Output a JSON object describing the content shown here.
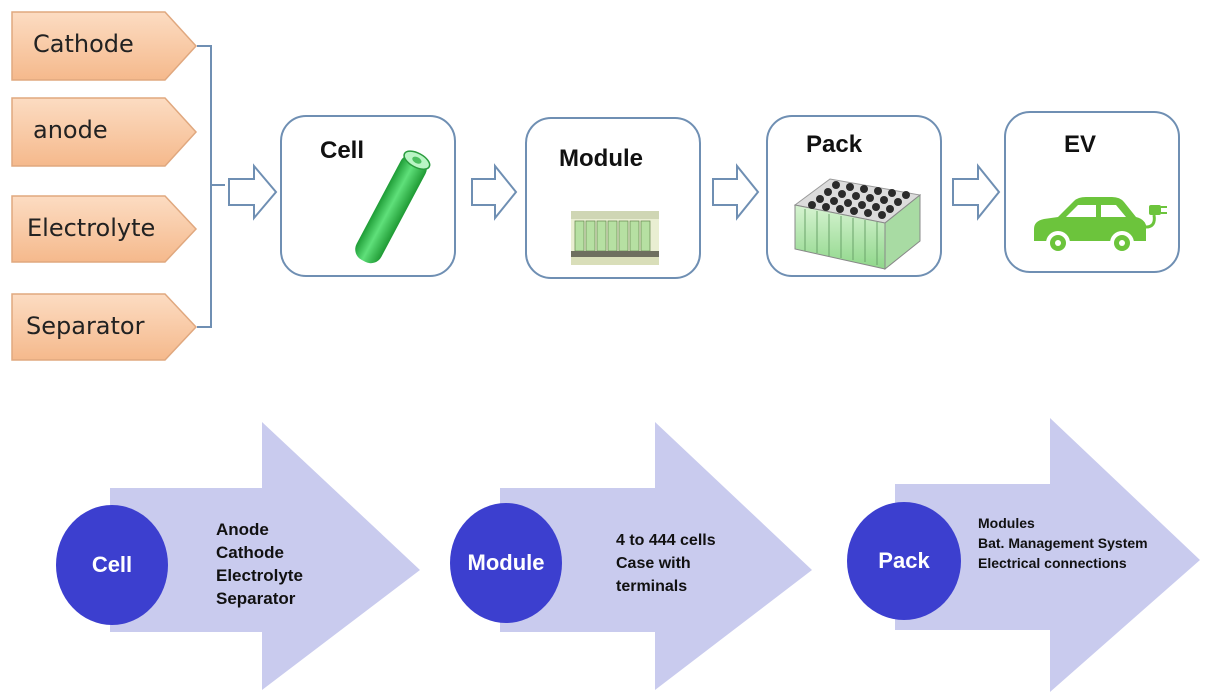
{
  "inputs": [
    "Cathode",
    "anode",
    "Electrolyte",
    "Separator"
  ],
  "stages": [
    {
      "title": "Cell",
      "image": "battery-cell-icon"
    },
    {
      "title": "Module",
      "image": "battery-module-icon"
    },
    {
      "title": "Pack",
      "image": "battery-pack-icon"
    },
    {
      "title": "EV",
      "image": "electric-car-icon"
    }
  ],
  "bottom_steps": [
    {
      "label": "Cell",
      "lines": [
        "Anode",
        "Cathode",
        "Electrolyte",
        "Separator"
      ]
    },
    {
      "label": "Module",
      "lines": [
        "4 to 444 cells",
        "Case with",
        "terminals"
      ]
    },
    {
      "label": "Pack",
      "lines": [
        "Modules",
        "Bat. Management System",
        "Electrical connections"
      ]
    }
  ],
  "colors": {
    "tag_fill": "#f9c9a4",
    "tag_stroke": "#e0a87f",
    "box_border": "#6f8fb3",
    "circle": "#3c3fcf",
    "arrow_fill": "#c9cbee",
    "battery_green": "#3cc456",
    "car_green": "#6cc43c"
  }
}
